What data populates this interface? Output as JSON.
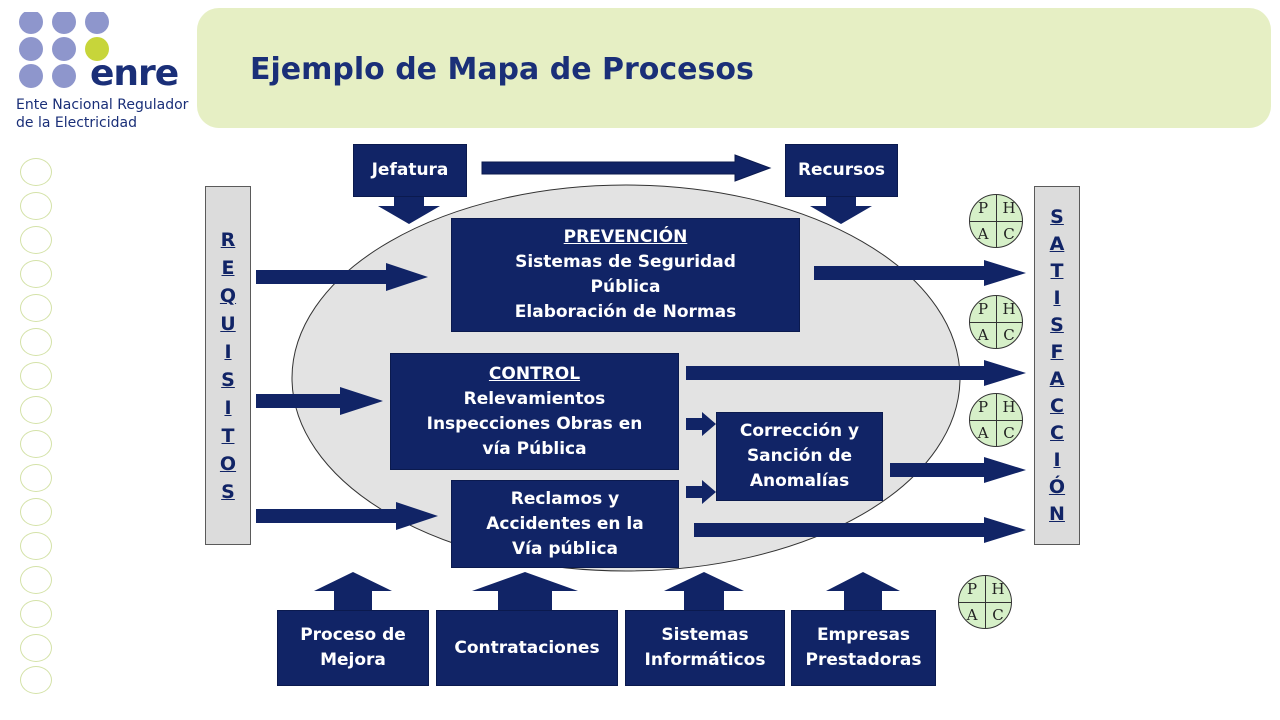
{
  "logo": {
    "word": "enre",
    "subtitle_line1": "Ente Nacional Regulador",
    "subtitle_line2": "de la Electricidad"
  },
  "title": "Ejemplo de Mapa de Procesos",
  "top": {
    "jefatura": "Jefatura",
    "recursos": "Recursos"
  },
  "requisitos": [
    "R",
    "E",
    "Q",
    "U",
    "I",
    "S",
    "I",
    "T",
    "O",
    "S"
  ],
  "satisfaccion": [
    "S",
    "A",
    "T",
    "I",
    "S",
    "F",
    "A",
    "C",
    "C",
    "I",
    "Ó",
    "N"
  ],
  "processes": {
    "prevencion": {
      "heading": "PREVENCIÓN",
      "line1": "Sistemas de Seguridad",
      "line2": "Pública",
      "line3": "Elaboración de Normas"
    },
    "control": {
      "heading": "CONTROL",
      "line1": "Relevamientos",
      "line2": "Inspecciones Obras en",
      "line3": "vía Pública"
    },
    "correccion": {
      "line1": "Corrección y",
      "line2": "Sanción de",
      "line3": "Anomalías"
    },
    "reclamos": {
      "line1": "Reclamos y",
      "line2": "Accidentes en la",
      "line3": "Vía pública"
    }
  },
  "support": {
    "mejora": {
      "line1": "Proceso de",
      "line2": "Mejora"
    },
    "contrataciones": {
      "line1": "Contrataciones"
    },
    "sistemas": {
      "line1": "Sistemas",
      "line2": "Informáticos"
    },
    "empresas": {
      "line1": "Empresas",
      "line2": "Prestadoras"
    }
  },
  "phca": {
    "p": "P",
    "h": "H",
    "a": "A",
    "c": "C"
  },
  "colors": {
    "navy": "#112466",
    "header_band": "#e6efc4",
    "ellipse": "#e3e3e3",
    "phca_fill": "#d6f0c8",
    "logo_dot_blue": "#8e96cc",
    "logo_dot_green": "#c7d53a"
  }
}
